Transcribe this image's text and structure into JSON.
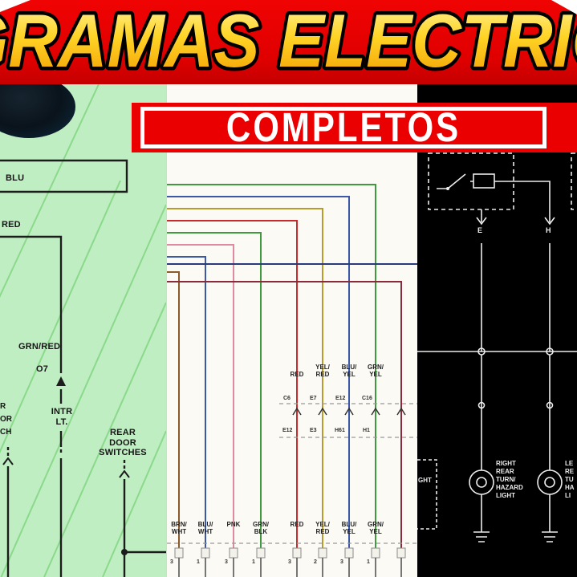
{
  "banner": {
    "title": "GRAMAS ELECTRIC",
    "subtitle": "COMPLETOS"
  },
  "colors": {
    "banner_red": "#e60000",
    "title_gold": "#ffd427",
    "title_gold_deep": "#f29d00",
    "panel_green_bg": "#bfeec2",
    "panel_green_grid": "#8bd98b",
    "panel_black_bg": "#000000",
    "wire_dark": "#1c1c1c",
    "wire_white": "#ececec",
    "wire_red": "#cc2a2a",
    "wire_green": "#3f9a3f",
    "wire_blue": "#3a57a8",
    "wire_olive": "#b79b2e",
    "wire_pink": "#e08aa0",
    "wire_brown": "#8a5a2a",
    "wire_navy": "#2a3a7a",
    "wire_maroon": "#8a2a3a"
  },
  "green_panel": {
    "blu": "BLU",
    "red": "RED",
    "grn_red": "GRN/RED",
    "o7": "O7",
    "intr_lt": "INTR\nLT.",
    "rear_door_switches": "REAR\nDOOR\nSWITCHES",
    "edge_fragments": [
      "R",
      "OR",
      "CH"
    ]
  },
  "middle_panel": {
    "wire_labels_mid": [
      "RED",
      "YEL/\nRED",
      "BLU/\nYEL",
      "GRN/\nYEL"
    ],
    "connector_row_top": [
      "C6",
      "E7",
      "E12",
      "C16"
    ],
    "connector_row_bottom": [
      "E12",
      "E3",
      "H61",
      "H1"
    ],
    "wire_labels_bottom": [
      "BRN/\nWHT",
      "BLU/\nWHT",
      "PNK",
      "GRN/\nBLK",
      "RED",
      "YEL/\nRED",
      "BLU/\nYEL",
      "GRN/\nYEL"
    ],
    "pin_numbers": [
      "3",
      "1",
      "3",
      "1",
      "3",
      "2",
      "3",
      "1"
    ]
  },
  "black_panel": {
    "terminal_e": "E",
    "terminal_h": "H",
    "right_lamp_label": "RIGHT\nREAR\nTURN/\nHAZARD\nLIGHT",
    "left_lamp_label_fragment": "LE\nRE\nTU\nHA\nLI",
    "edge_fragment": "GHT"
  }
}
